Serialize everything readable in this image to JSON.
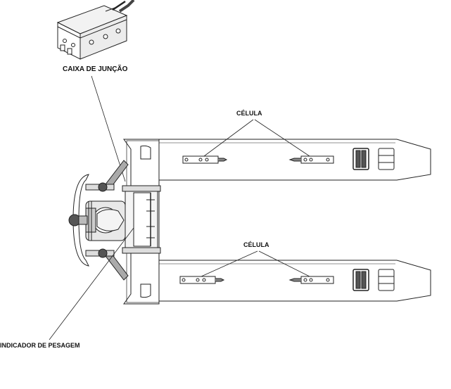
{
  "labels": {
    "junction_box": "CAIXA DE JUNÇÃO",
    "cell_top": "CÉLULA",
    "cell_bottom": "CÉLULA",
    "weighing_indicator": "INDICADOR DE PESAGEM"
  },
  "colors": {
    "line": "#222222",
    "fill": "#ffffff",
    "shade": "#d9d9d9",
    "dark": "#555555"
  }
}
